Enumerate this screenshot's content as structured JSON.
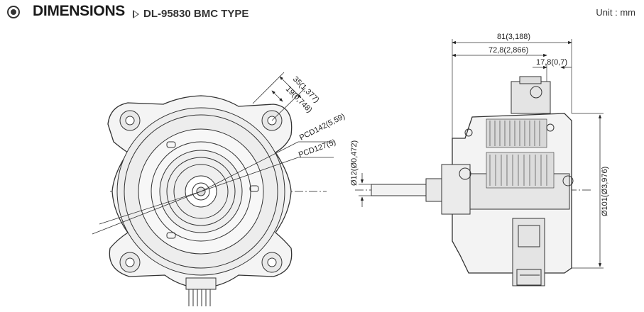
{
  "header": {
    "title": "DIMENSIONS",
    "subtitle": "DL-95830 BMC TYPE",
    "unit": "Unit : mm"
  },
  "front_view": {
    "dim_35": "35(1,377)",
    "dim_19": "19(0,748)",
    "pcd142": "PCD142(5,59)",
    "pcd127": "PCD127(5)"
  },
  "side_view": {
    "dim_81": "81(3,188)",
    "dim_72": "72,8(2,866)",
    "dim_17": "17,8(0,7)",
    "dia_12": "Ø12(Ø0,472)",
    "dia_101": "Ø101(Ø3,976)"
  }
}
